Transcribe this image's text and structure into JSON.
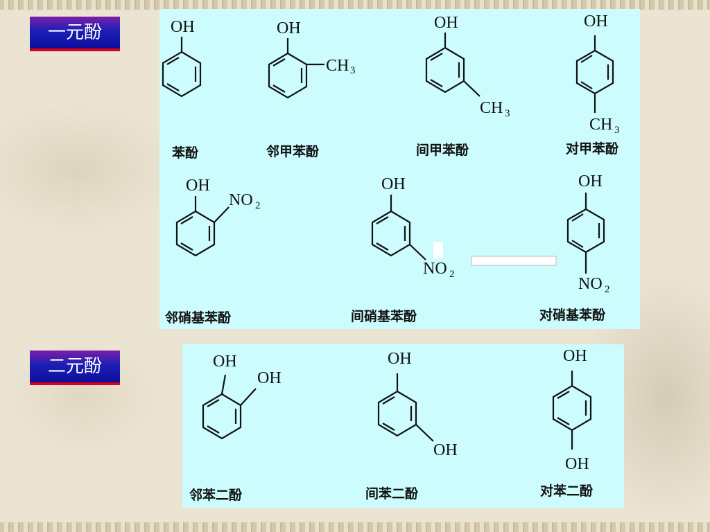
{
  "sections": {
    "mono": {
      "label": "一元酚"
    },
    "di": {
      "label": "二元酚"
    }
  },
  "compounds": {
    "phenol": {
      "name": "苯酚",
      "groups": [
        "OH"
      ]
    },
    "o_cresol": {
      "name": "邻甲苯酚",
      "groups": [
        "OH",
        "CH",
        "3"
      ]
    },
    "m_cresol": {
      "name": "间甲苯酚",
      "groups": [
        "OH",
        "CH",
        "3"
      ]
    },
    "p_cresol": {
      "name": "对甲苯酚",
      "groups": [
        "OH",
        "CH",
        "3"
      ]
    },
    "o_nitrophenol": {
      "name": "邻硝基苯酚",
      "groups": [
        "OH",
        "NO",
        "2"
      ]
    },
    "m_nitrophenol": {
      "name": "间硝基苯酚",
      "groups": [
        "OH",
        "NO",
        "2"
      ]
    },
    "p_nitrophenol": {
      "name": "对硝基苯酚",
      "groups": [
        "OH",
        "NO",
        "2"
      ]
    },
    "catechol": {
      "name": "邻苯二酚",
      "groups": [
        "OH",
        "OH"
      ]
    },
    "resorcinol": {
      "name": "间苯二酚",
      "groups": [
        "OH",
        "OH"
      ]
    },
    "hydroquinone": {
      "name": "对苯二酚",
      "groups": [
        "OH",
        "OH"
      ]
    }
  },
  "colors": {
    "panel": "#ccfcfd",
    "label_gradient_top": "#7b1fa8",
    "label_gradient_bottom": "#0d0f9c",
    "label_underline": "#d8001a"
  }
}
